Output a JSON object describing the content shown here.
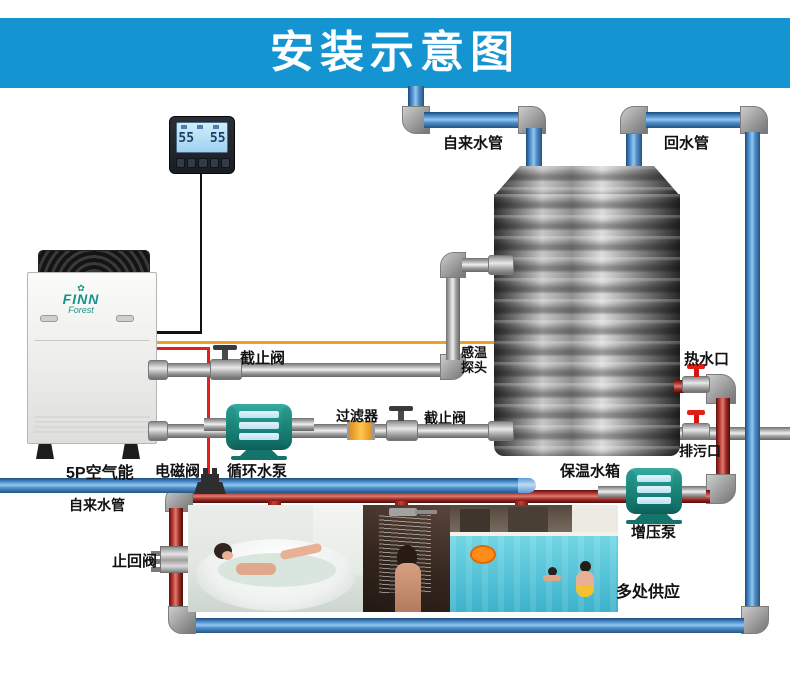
{
  "title": "安装示意图",
  "controller": {
    "display_left": "55",
    "display_right": "55"
  },
  "heat_pump": {
    "logo_line1": "FINN",
    "logo_line2": "Forest",
    "label": "5P空气能"
  },
  "labels": {
    "tap_water_top": "自来水管",
    "return_pipe": "回水管",
    "stop_valve_upper": "截止阀",
    "temp_probe_line1": "感温",
    "temp_probe_line2": "探头",
    "hot_water_outlet": "热水口",
    "filter": "过滤器",
    "stop_valve_lower": "截止阀",
    "drain_outlet": "排污口",
    "solenoid_valve": "电磁阀",
    "circulation_pump": "循环水泵",
    "insulated_tank": "保温水箱",
    "tap_water_left": "自来水管",
    "booster_pump": "增压泵",
    "check_valve": "止回阀",
    "multi_supply": "多处供应"
  },
  "colors": {
    "banner_blue": "#1495d2",
    "pipe_blue": "#3f83c8",
    "pipe_red": "#a9322b",
    "pipe_gray": "#bdbdbd",
    "wire_orange": "#f2a024",
    "wire_red": "#e52019",
    "pump_teal": "#1d9488"
  }
}
